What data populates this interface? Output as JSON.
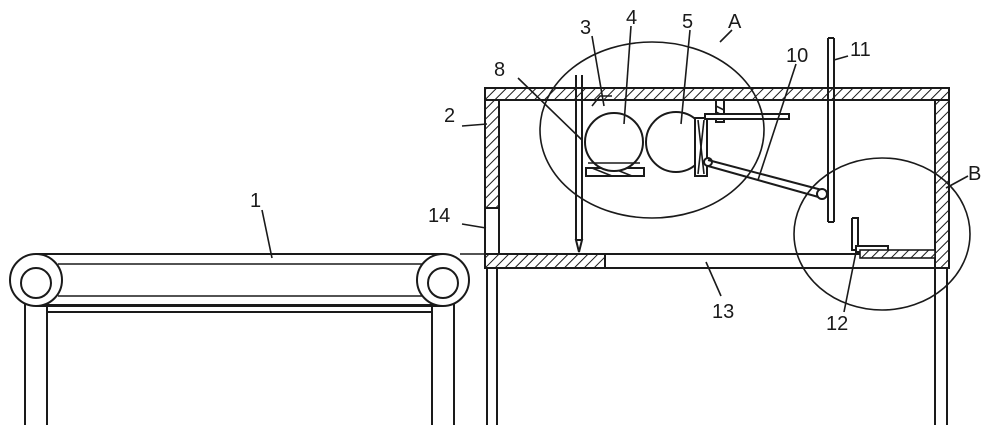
{
  "labels": {
    "l1": "1",
    "l2": "2",
    "l3": "3",
    "l4": "4",
    "l5": "5",
    "l8": "8",
    "l10": "10",
    "l11": "11",
    "l12": "12",
    "l13": "13",
    "l14": "14",
    "lA": "A",
    "lB": "B"
  },
  "colors": {
    "stroke": "#1a1a1a",
    "background": "#ffffff"
  }
}
